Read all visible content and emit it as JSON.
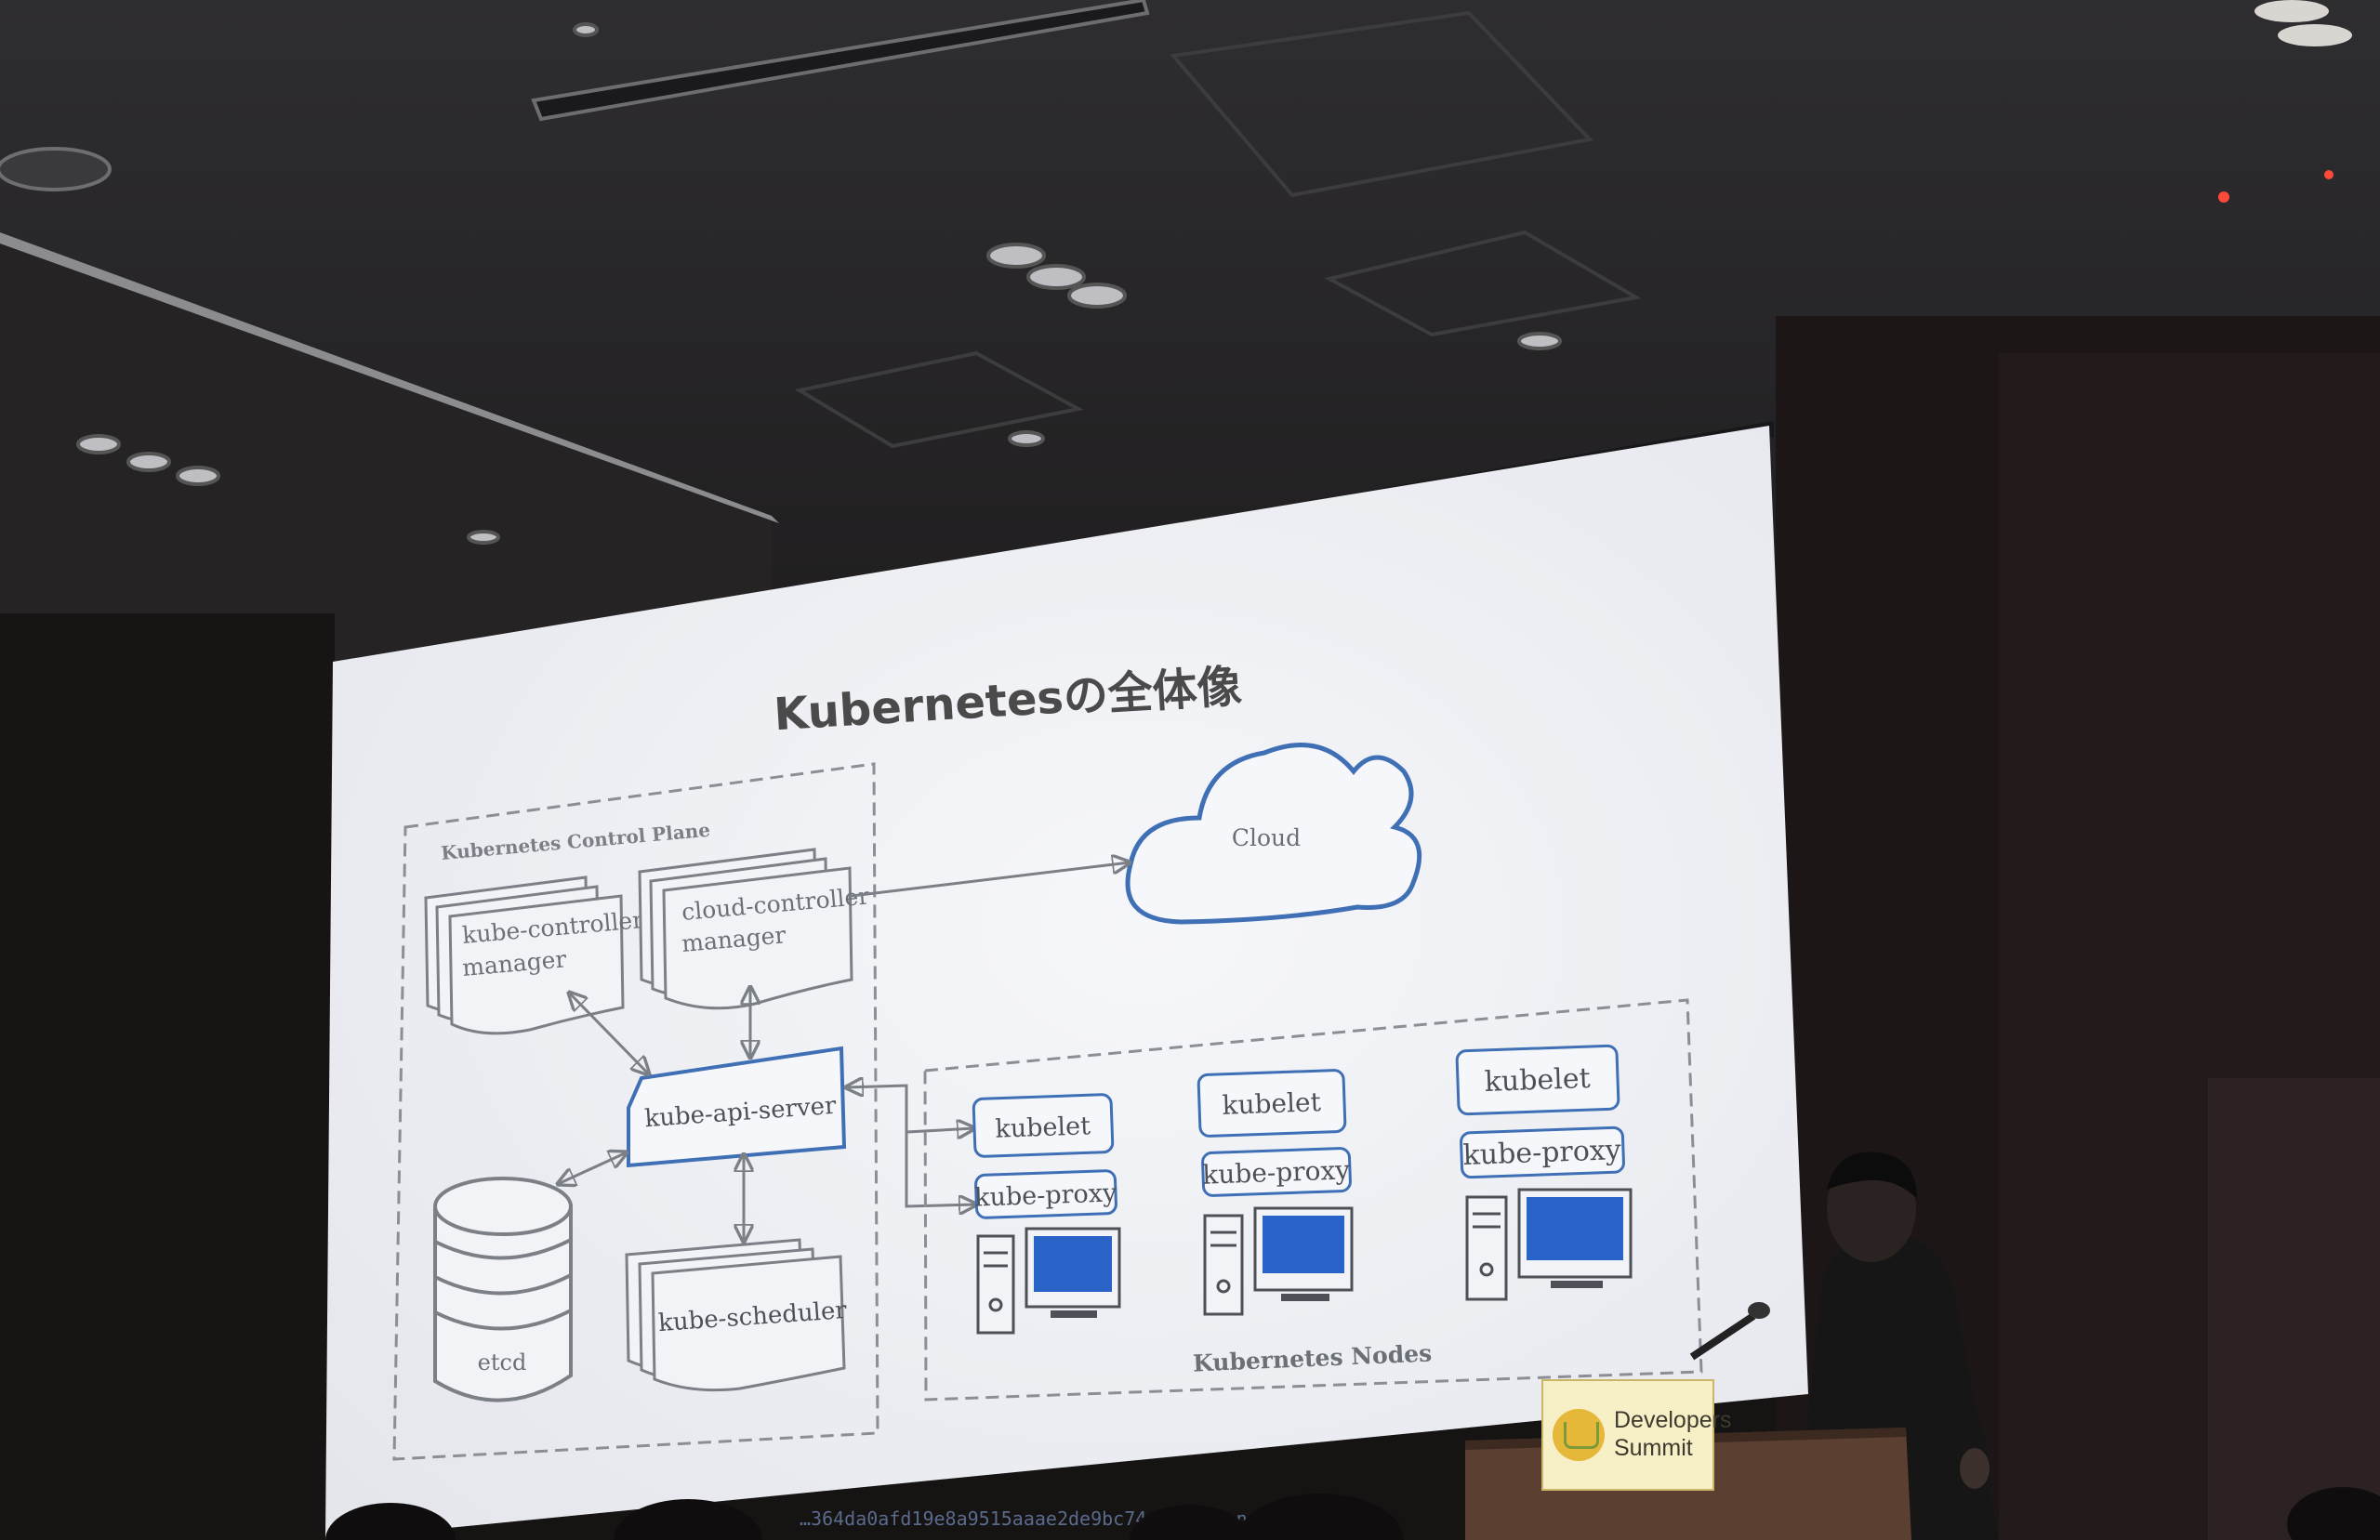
{
  "slide": {
    "title": "Kubernetesの全体像",
    "control_plane_label": "Kubernetes Control Plane",
    "nodes_label": "Kubernetes Nodes",
    "cloud_label": "Cloud",
    "components": {
      "controller_manager_line1": "kube-controller",
      "controller_manager_line2": "manager",
      "cloud_controller_line1": "cloud-controller",
      "cloud_controller_line2": "manager",
      "api_server": "kube-api-server",
      "scheduler": "kube-scheduler",
      "etcd": "etcd"
    },
    "nodes": [
      {
        "kubelet": "kubelet",
        "proxy": "kube-proxy"
      },
      {
        "kubelet": "kubelet",
        "proxy": "kube-proxy"
      },
      {
        "kubelet": "kubelet",
        "proxy": "kube-proxy"
      }
    ],
    "footer_url": "…364da0afd19e8a9515aaae2de9bc74a0a…  …ponents"
  },
  "podium": {
    "line1": "Developers",
    "line2": "Summit"
  },
  "colors": {
    "screen": "#eef0f4",
    "diagram_blue": "#3f6fb4",
    "diagram_gray": "#7b7f86",
    "monitor_blue": "#2a64c9",
    "ceiling": "#2b2b2e"
  }
}
